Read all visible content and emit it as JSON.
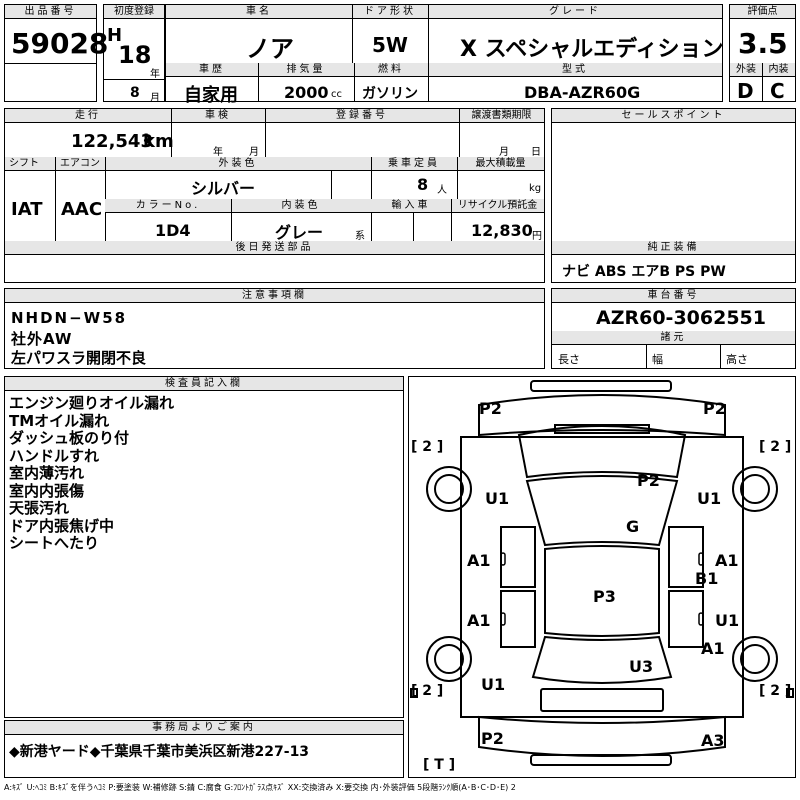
{
  "header_labels": {
    "lot_no": "出品番号",
    "first_reg": "初度登録",
    "car_name": "車名",
    "door": "ドア形状",
    "grade": "グレード",
    "score": "評価点",
    "history": "車歴",
    "displacement": "排気量",
    "fuel": "燃料",
    "model": "型式",
    "exterior": "外装",
    "interior": "内装",
    "mileage": "走行",
    "inspection": "車検",
    "reg_no": "登録番号",
    "transfer": "譲渡書類期限",
    "sales_point": "セールスポイント",
    "shift": "シフト",
    "aircon": "エアコン",
    "ext_color": "外装色",
    "capacity": "乗車定員",
    "max_load": "最大積載量",
    "color_no": "カラーNo.",
    "int_color": "内装色",
    "import": "輸入車",
    "recycle": "リサイクル預託金",
    "later_parts": "後日発送部品",
    "genuine": "純正装備",
    "caution": "注意事項欄",
    "chassis": "車台番号",
    "specs": "諸元",
    "inspector": "検査員記入欄",
    "office": "事務局よりご案内"
  },
  "vehicle": {
    "lot_no": "59028",
    "era": "H",
    "year": "18",
    "year_unit": "年",
    "month": "8",
    "month_unit": "月",
    "car_name": "ノア",
    "door": "5W",
    "grade": "X スペシャルエディション",
    "score": "3.5",
    "history": "自家用",
    "displacement": "2000",
    "displacement_unit": "cc",
    "fuel": "ガソリン",
    "model": "DBA-AZR60G",
    "exterior_score": "D",
    "interior_score": "C",
    "mileage": "122,543",
    "mileage_unit": "km",
    "inspection_year_unit": "年",
    "inspection_month_unit": "月",
    "transfer_month_unit": "月",
    "transfer_day_unit": "日",
    "shift": "IAT",
    "aircon": "AAC",
    "ext_color": "シルバー",
    "capacity": "8",
    "capacity_unit": "人",
    "max_load_unit": "kg",
    "color_no": "1D4",
    "int_color": "グレー",
    "int_color_suffix": "系",
    "recycle": "12,830",
    "recycle_unit": "円",
    "genuine": "ナビ ABS エアB PS PW",
    "chassis": "AZR60-3062551",
    "spec_length": "長さ",
    "spec_width": "幅",
    "spec_height": "高さ"
  },
  "caution_lines": [
    "NHDN−W58",
    "社外AW",
    "左パワスラ開閉不良"
  ],
  "inspector_notes": [
    "エンジン廻りオイル漏れ",
    "TMオイル漏れ",
    "ダッシュ板のり付",
    "ハンドルすれ",
    "室内薄汚れ",
    "室内内張傷",
    "天張汚れ",
    "ドア内張焦げ中",
    "シートへたり"
  ],
  "office_notice": "◆新港ヤード◆千葉県千葉市美浜区新港227-13",
  "diagram_marks": {
    "front_left": "P2",
    "front_right": "P2",
    "bumper_left": "[ 2 ]",
    "bumper_right": "[ 2 ]",
    "fender_left": "U1",
    "fender_right": "U1",
    "hood": "P2",
    "windshield": "G",
    "front_door_left": "A1",
    "front_door_right": "A1",
    "pillar_right": "B1",
    "roof": "P3",
    "rear_door_left": "A1",
    "rear_door_right": "U1",
    "quarter_right": "A1",
    "rear_glass": "U3",
    "quarter_left": "U1",
    "rear_bumper_left": "[ 2 ]",
    "rear_bumper_right": "[ 2 ]",
    "rear_left": "P2",
    "rear_right": "A3",
    "trunk": "[ T ]"
  },
  "legend": "A:ｷｽﾞ U:ﾍｺﾐ B:ｷｽﾞを伴うﾍｺﾐ P:要塗装 W:補修跡 S:錆 C:腐食 G:ﾌﾛﾝﾄｶﾞﾗｽ点ｷｽﾞ XX:交換済み X:要交換 内･外装評価 5段階ﾗﾝｸ順(A･B･C･D･E) 2"
}
